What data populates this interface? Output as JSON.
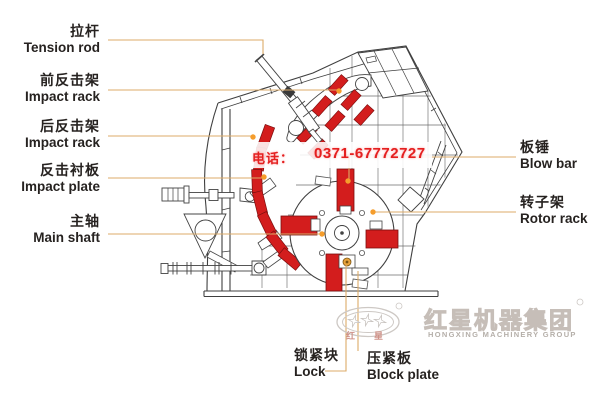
{
  "diagram": {
    "type": "impact-crusher-structure-diagram",
    "labels": {
      "left": [
        {
          "zh": "拉杆",
          "en": "Tension rod"
        },
        {
          "zh": "前反击架",
          "en": "Impact rack"
        },
        {
          "zh": "后反击架",
          "en": "Impact rack"
        },
        {
          "zh": "反击衬板",
          "en": "Impact plate"
        },
        {
          "zh": "主轴",
          "en": "Main shaft"
        }
      ],
      "right": [
        {
          "zh": "板锤",
          "en": "Blow bar"
        },
        {
          "zh": "转子架",
          "en": "Rotor rack"
        }
      ],
      "bottom": [
        {
          "zh": "锁紧块",
          "en": "Lock"
        },
        {
          "zh": "压紧板",
          "en": "Block plate"
        }
      ]
    },
    "phone": {
      "prefix": "电话：",
      "number": "0371-67772727"
    },
    "watermark": {
      "zh": "红星机器集团",
      "en": "HONGXING MACHINERY GROUP",
      "seal_left": "红",
      "seal_right": "星"
    },
    "colors": {
      "part_red": "#d31d1d",
      "leader_tan": "#dcab69",
      "dot_orange": "#f59d2c",
      "phone_red": "#e42020",
      "line_dark": "#3f3f3f",
      "gold_nut": "#e8a33c",
      "watermark_gray": "#c6beb8"
    }
  }
}
